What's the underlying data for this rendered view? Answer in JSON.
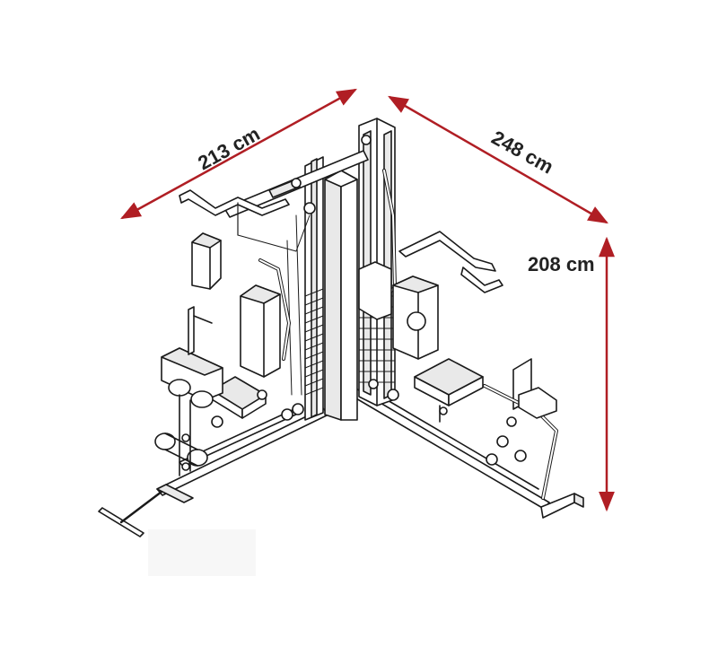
{
  "colors": {
    "dimension": "#b01e24",
    "line": "#1a1a1a",
    "fill": "#ffffff",
    "shade": "#e9e9e9"
  },
  "dimensions": {
    "width": {
      "label": "213 cm"
    },
    "depth": {
      "label": "248 cm"
    },
    "height": {
      "label": "208 cm"
    }
  }
}
